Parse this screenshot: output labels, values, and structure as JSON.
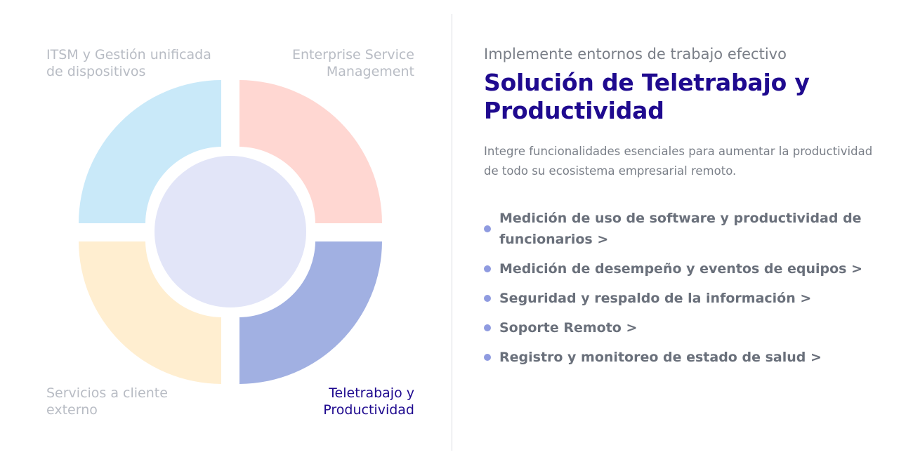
{
  "wheel": {
    "quadrants": [
      {
        "id": "tl",
        "label": "ITSM y Gestión unificada\nde dispositivos",
        "color": "#c9e9f9",
        "active": false
      },
      {
        "id": "tr",
        "label": "Enterprise Service\nManagement",
        "color": "#ffd7d2",
        "active": false
      },
      {
        "id": "bl",
        "label": "Servicios a cliente\nexterno",
        "color": "#ffeed0",
        "active": false
      },
      {
        "id": "br",
        "label": "Teletrabajo y\nProductividad",
        "color": "#a1b0e2",
        "active": true
      }
    ],
    "center_color": "#e2e5f8",
    "label_color": "#b8bcc4",
    "active_label_color": "#1f0a8f"
  },
  "content": {
    "eyebrow": "Implemente entornos de trabajo efectivo",
    "title": "Solución de Teletrabajo y Productividad",
    "description": "Integre funcionalidades esenciales para aumentar la productividad de todo su ecosistema empresarial remoto.",
    "features": [
      "Medición de uso de software y productividad de funcionarios >",
      "Medición de desempeño y eventos de equipos >",
      "Seguridad y respaldo de la información >",
      "Soporte Remoto >",
      "Registro y monitoreo de estado de salud >"
    ],
    "bullet_color": "#8f9be0",
    "title_color": "#1f0a8f"
  }
}
